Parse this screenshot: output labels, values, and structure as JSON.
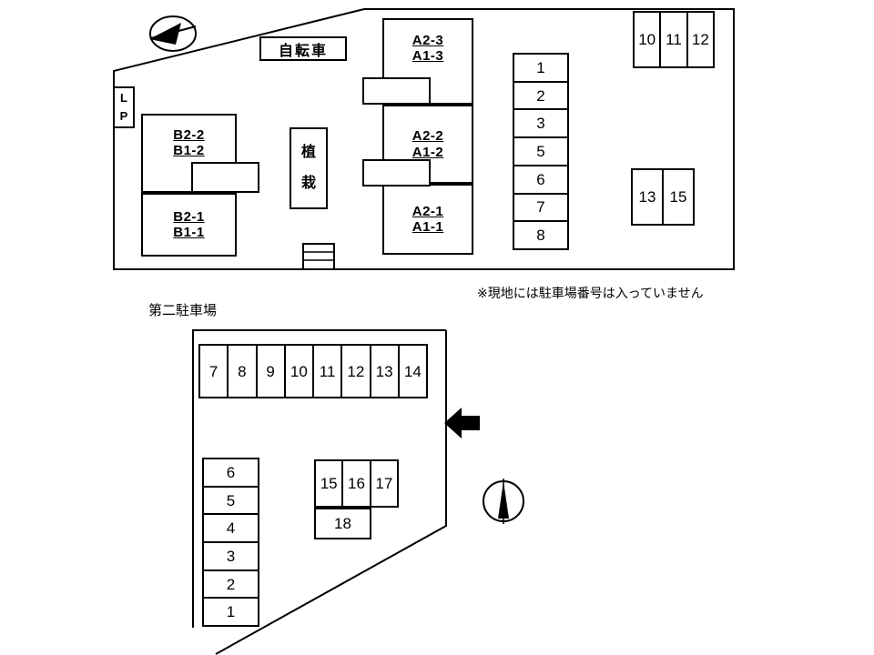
{
  "note": "※現地には駐車場番号は入っていません",
  "second_lot_title": "第二駐車場",
  "top_lot": {
    "bicycle_label": "自転車",
    "planting_label": "植\n栽",
    "lp_label": "L\nP",
    "buildings": {
      "a_block_3": {
        "line1": "A2-3",
        "line2": "A1-3"
      },
      "a_block_2": {
        "line1": "A2-2",
        "line2": "A1-2"
      },
      "a_block_1": {
        "line1": "A2-1",
        "line2": "A1-1"
      },
      "b_block_2": {
        "line1": "B2-2",
        "line2": "B1-2"
      },
      "b_block_1": {
        "line1": "B2-1",
        "line2": "B1-1"
      }
    },
    "column_spaces": [
      "1",
      "2",
      "3",
      "5",
      "6",
      "7",
      "8"
    ],
    "row_spaces_top_right": [
      "10",
      "11",
      "12"
    ],
    "row_spaces_mid_right": [
      "13",
      "15"
    ]
  },
  "second_lot": {
    "top_row_spaces": [
      "7",
      "8",
      "9",
      "10",
      "11",
      "12",
      "13",
      "14"
    ],
    "left_column_spaces": [
      "6",
      "5",
      "4",
      "3",
      "2",
      "1"
    ],
    "middle_row_spaces": [
      "15",
      "16",
      "17"
    ],
    "single_space": "18"
  },
  "colors": {
    "line": "#000000",
    "background": "#ffffff"
  }
}
